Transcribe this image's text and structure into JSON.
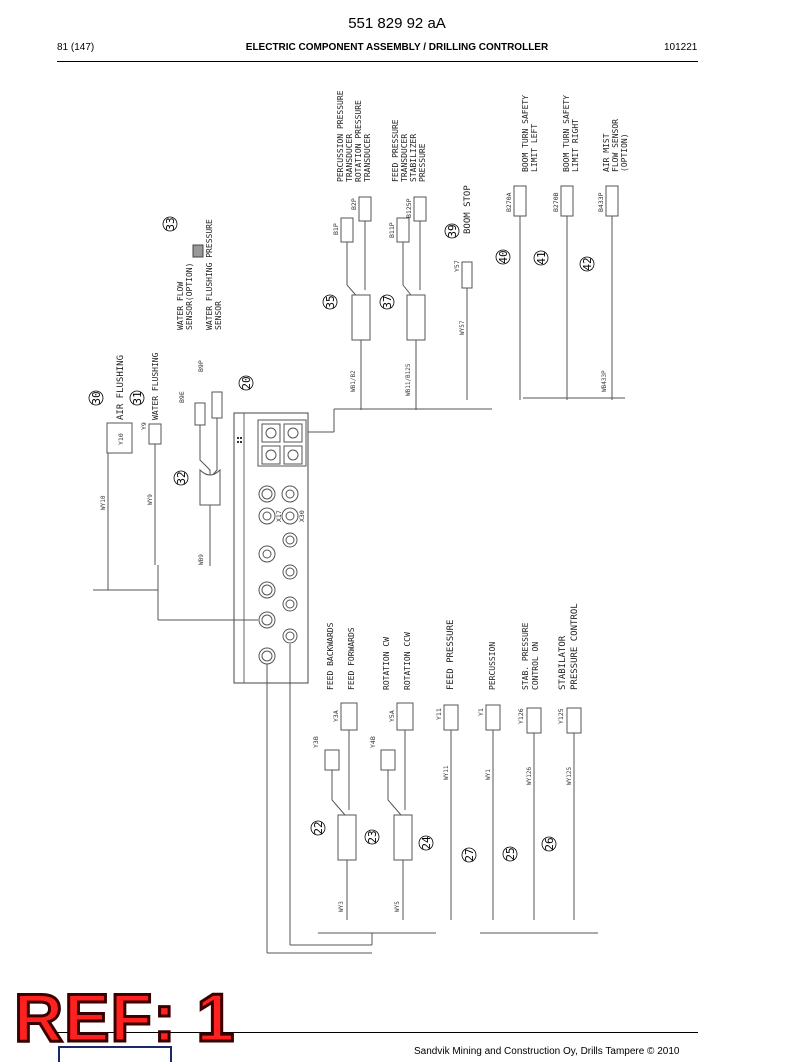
{
  "header": {
    "doc_number": "551 829 92 aA",
    "page": "81 (147)",
    "section_title": "ELECTRIC COMPONENT ASSEMBLY / DRILLING CONTROLLER",
    "date": "101221"
  },
  "footer": {
    "stamp": "REF: 1",
    "copyright": "Sandvik Mining and Construction Oy, Drills Tampere © 2010"
  },
  "diagram": {
    "callouts": [
      "20",
      "22",
      "23",
      "24",
      "25",
      "26",
      "27",
      "30",
      "31",
      "32",
      "33",
      "35",
      "37",
      "39",
      "40",
      "41",
      "42"
    ],
    "upper_labels": {
      "air_flushing": "AIR FLUSHING",
      "water_flushing": "WATER FLUSHING",
      "water_flow": "WATER FLOW",
      "water_flow_sensor": "SENSOR(OPTION)",
      "water_pressure": "WATER FLUSHING PRESSURE",
      "water_pressure_sensor": "SENSOR",
      "perc_pressure": "PERCUSSION PRESSURE",
      "perc_transducer": "TRANSDUCER",
      "rot_pressure": "ROTATION PRESSURE",
      "rot_transducer": "TRANSDUCER",
      "feed_pressure": "FEED PRESSURE",
      "feed_transducer": "TRANSDUCER",
      "stabilizer": "STABILIZER",
      "stabilizer_pressure": "PRESSURE",
      "boom_stop": "BOOM STOP",
      "turn_left_1": "BOOM TURN SAFETY",
      "turn_left_2": "LIMIT LEFT",
      "turn_right_1": "BOOM TURN SAFETY",
      "turn_right_2": "LIMIT RIGHT",
      "air_mist_1": "AIR MIST",
      "air_mist_2": "FLOW SENSOR",
      "air_mist_3": "(OPTION)"
    },
    "lower_labels": {
      "feed_backwards": "FEED BACKWARDS",
      "feed_forwards": "FEED FORWARDS",
      "rotation_cw": "ROTATION CW",
      "rotation_ccw": "ROTATION CCW",
      "feed_pressure": "FEED PRESSURE",
      "percussion": "PERCUSSION",
      "stab_pressure_1": "STAB. PRESSURE",
      "stab_pressure_2": "CONTROL ON",
      "stabilator_1": "STABILATOR",
      "stabilator_2": "PRESSURE CONTROL"
    },
    "component_ids": {
      "y10": "Y10",
      "y9": "Y9",
      "b9e": "B9E",
      "b9p": "B9P",
      "b1p": "B1P",
      "b2p": "B2P",
      "b11p": "B11P",
      "b125p": "B125P",
      "y57": "Y57",
      "b270a": "B270A",
      "b270b": "B270B",
      "b433p": "B433P",
      "x17": "X17",
      "x30": "X30",
      "y3b": "Y3B",
      "y3a": "Y3A",
      "y4b": "Y4B",
      "y5a": "Y5A",
      "y11": "Y11",
      "y1": "Y1",
      "y126": "Y126",
      "y125": "Y125"
    },
    "harness_ids": {
      "wy10": "WY10",
      "wy9": "WY9",
      "wb9": "WB9",
      "wb1_b2": "WB1/B2",
      "wb11_b125": "WB11/B125",
      "wy57": "WY57",
      "wb433p": "WB433P",
      "wy3": "WY3",
      "wy5": "WY5",
      "wy11": "WY11",
      "wy1": "WY1",
      "wy126": "WY126",
      "wy125": "WY125"
    }
  }
}
